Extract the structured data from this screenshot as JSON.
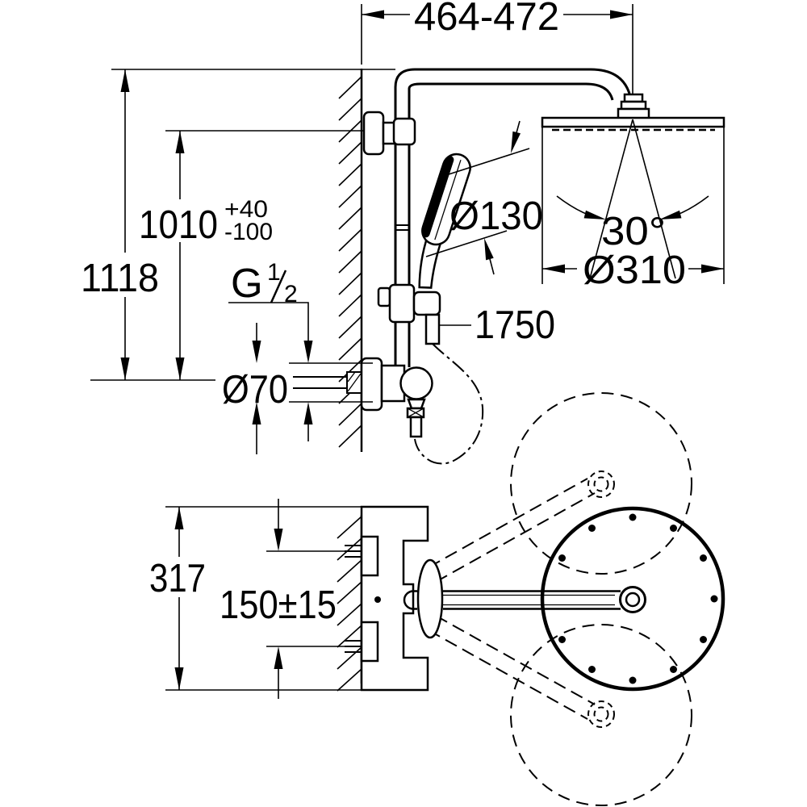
{
  "drawing": {
    "kind": "shower-system-installation-dimension-drawing",
    "units": "mm",
    "ink": "#000000",
    "paper": "#ffffff"
  },
  "labels": {
    "arm_projection": "464-472",
    "total_height": "1118",
    "outlet_height": "1010",
    "outlet_tol_plus": "+40",
    "outlet_tol_minus": "-100",
    "thread_letter": "G",
    "thread_numerator": "1",
    "thread_denominator": "2",
    "rosette_diameter": "Ø70",
    "handshower_diameter": "Ø130",
    "hose_length": "1750",
    "swivel_angle": "30°",
    "headshower_diameter": "Ø310",
    "valve_height": "317",
    "inlet_spacing": "150±15"
  }
}
